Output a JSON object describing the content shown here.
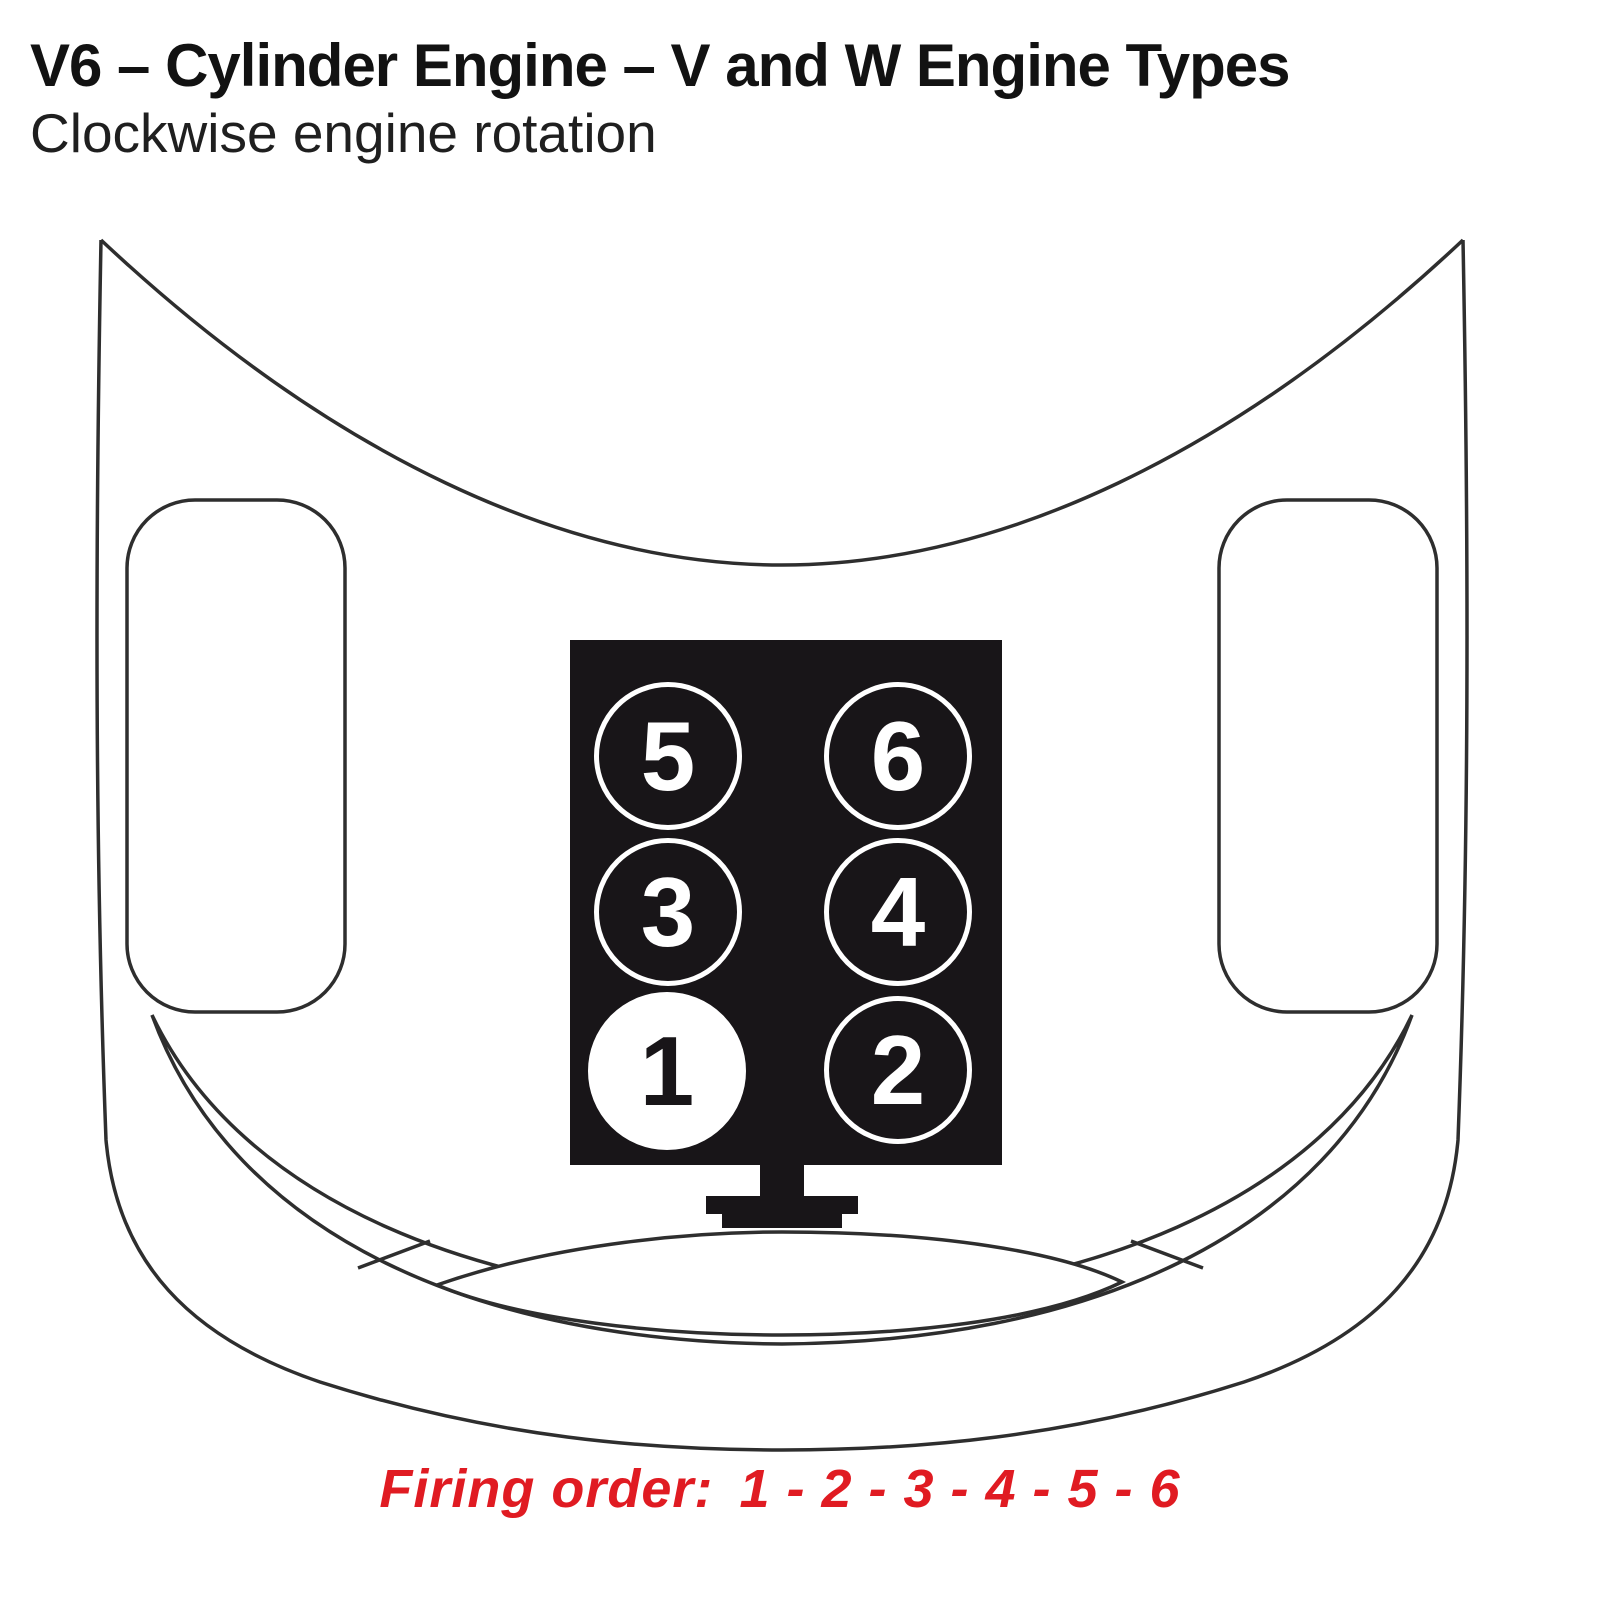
{
  "header": {
    "title": "V6 – Cylinder Engine – V and W Engine Types",
    "subtitle": "Clockwise engine rotation"
  },
  "diagram": {
    "cylinders": [
      {
        "label": "5",
        "highlighted": false
      },
      {
        "label": "6",
        "highlighted": false
      },
      {
        "label": "3",
        "highlighted": false
      },
      {
        "label": "4",
        "highlighted": false
      },
      {
        "label": "1",
        "highlighted": true
      },
      {
        "label": "2",
        "highlighted": false
      }
    ]
  },
  "footer": {
    "firing_order_label": "Firing order:",
    "firing_order_sequence": "1 - 2 - 3 - 4 - 5 - 6"
  },
  "colors": {
    "accent_red": "#e01b22",
    "coil_pack_black": "#181518",
    "outline_gray": "#2e2e2e"
  }
}
